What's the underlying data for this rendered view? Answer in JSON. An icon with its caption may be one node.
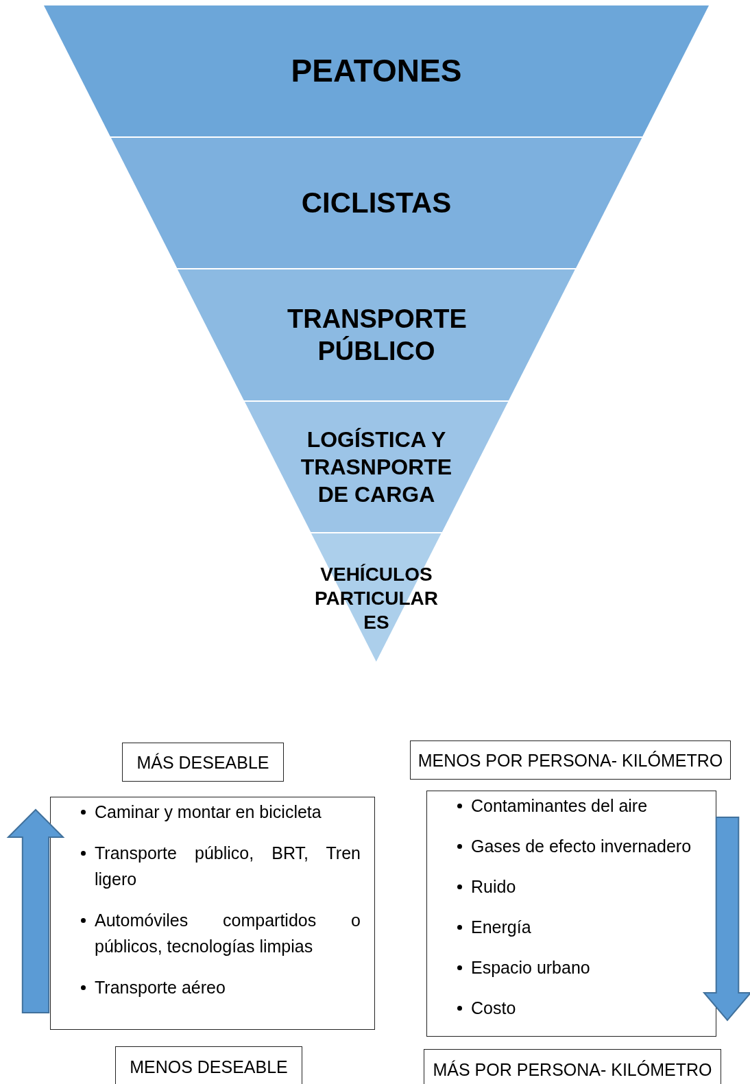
{
  "diagram": {
    "nodes": [
      {
        "text": [
          "PEATONES"
        ]
      },
      {
        "text": [
          "CICLISTAS"
        ]
      },
      {
        "text": [
          "TRANSPORTE PÚBLICO"
        ]
      },
      {
        "text": [
          "LOGÍSTICA Y TRASNPORTE DE CARGA"
        ]
      },
      {
        "text": [
          "VEHÍCULOS PARTICULARES"
        ]
      },
      {
        "text": [
          "MÁS DESEABLE"
        ]
      },
      {
        "text": [
          "Caminar y montar en bicicleta",
          "Transporte público, BRT, Tren ligero",
          "Automóviles compartidos o públicos, tecnologías limpias",
          "Transporte aéreo"
        ]
      },
      {
        "text": [
          "MENOS DESEABLE"
        ]
      },
      {
        "text": [
          "MENOS POR PERSONA- KILÓMETRO"
        ]
      },
      {
        "text": [
          "Contaminantes del aire",
          "Gases de efecto invernadero",
          "Ruido",
          "Energía",
          "Espacio urbano",
          "Costo"
        ]
      },
      {
        "text": [
          "MÁS POR PERSONA- KILÓMETRO"
        ]
      }
    ]
  }
}
